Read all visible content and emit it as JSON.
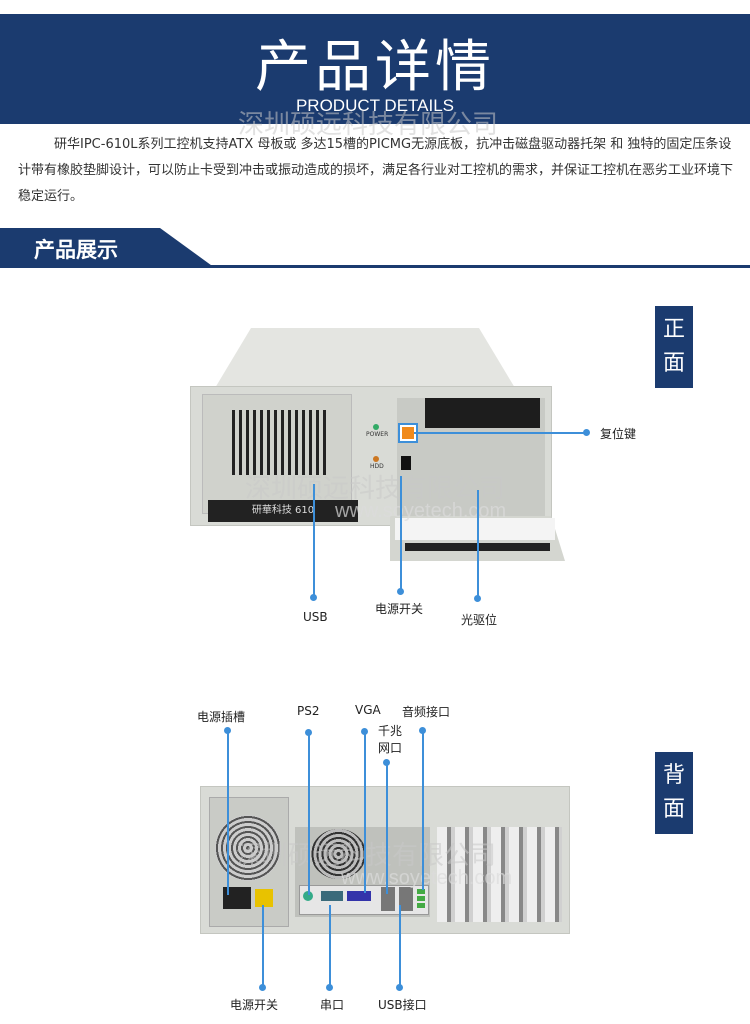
{
  "header": {
    "title": "产品详情",
    "subtitle": "PRODUCT DETAILS",
    "watermark": "深圳硕远科技有限公司"
  },
  "description": "研华IPC-610L系列工控机支持ATX 母板或 多达15槽的PICMG无源底板，抗冲击磁盘驱动器托架 和 独特的固定压条设计带有橡胶垫脚设计，可以防止卡受到冲击或振动造成的损坏，满足各行业对工控机的需求，并保证工控机在恶劣工业环境下稳定运行。",
  "section": {
    "title": "产品展示"
  },
  "front": {
    "badge": "正\n面",
    "badge_top": "正",
    "badge_bottom": "面",
    "brand_plate": "研華科技 610",
    "power_led": "POWER",
    "hdd_led": "HDD",
    "watermark": "深圳硕远科技有限公司",
    "watermark_url": "www.soyetech.com",
    "labels": {
      "reset": "复位键",
      "usb": "USB",
      "power_switch": "电源开关",
      "optical": "光驱位"
    }
  },
  "back": {
    "badge_top": "背",
    "badge_bottom": "面",
    "watermark": "深圳硕远科技有限公司",
    "watermark_url": "www.soyetech.com",
    "labels": {
      "power_socket": "电源插槽",
      "ps2": "PS2",
      "vga": "VGA",
      "audio": "音频接口",
      "lan_1": "千兆",
      "lan_2": "网口",
      "power_switch": "电源开关",
      "serial": "串口",
      "usb": "USB接口"
    }
  },
  "colors": {
    "brand_blue": "#1b3b6f",
    "callout": "#3d8fd9",
    "reset_button": "#f08a1c"
  }
}
